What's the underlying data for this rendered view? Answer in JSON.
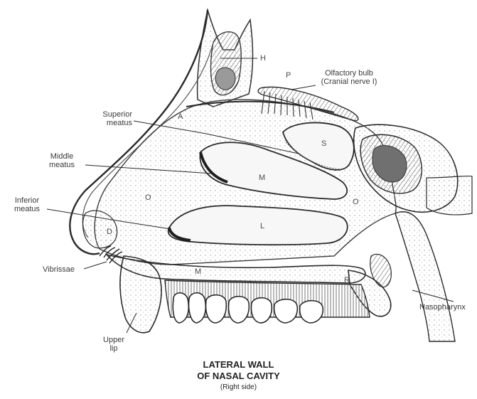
{
  "labels": {
    "superior_meatus": [
      "Superior",
      "meatus"
    ],
    "middle_meatus": [
      "Middle",
      "meatus"
    ],
    "inferior_meatus": [
      "Inferior",
      "meatus"
    ],
    "vibrissae": "Vibrissae",
    "upper_lip": [
      "Upper",
      "lip"
    ],
    "olfactory_bulb": [
      "Olfactory bulb",
      "(Cranial nerve I)"
    ],
    "nasopharynx": "Nasopharynx"
  },
  "letters": {
    "h": "H",
    "p": "P",
    "a": "A",
    "s": "S",
    "m": "M",
    "l": "L",
    "d": "D",
    "om": "O",
    "op": "O",
    "mx": "M",
    "r": "R"
  },
  "caption": {
    "line1": "LATERAL WALL",
    "line2": "OF NASAL CAVITY",
    "line3": "(Right side)"
  }
}
